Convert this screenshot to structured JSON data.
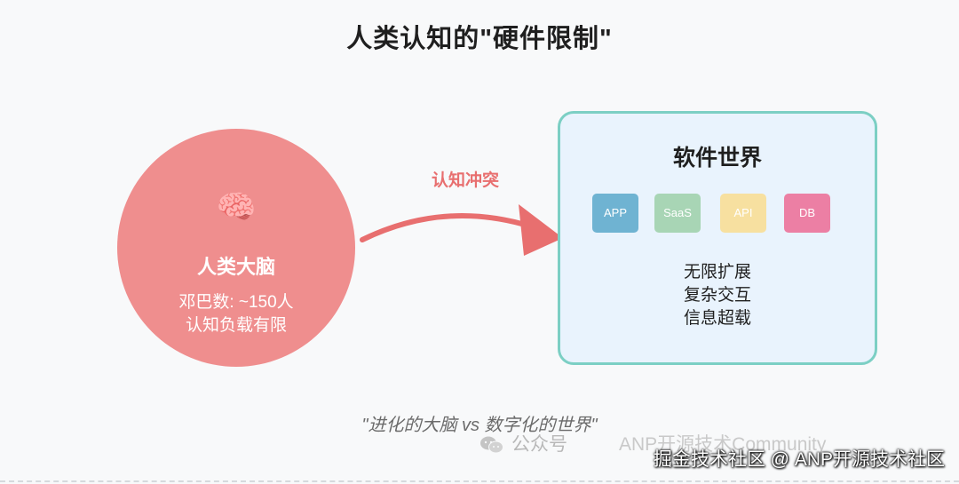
{
  "title": "人类认知的\"硬件限制\"",
  "brain": {
    "icon": "🧠",
    "icon_name": "brain-icon",
    "name": "人类大脑",
    "line1": "邓巴数: ~150人",
    "line2": "认知负载有限",
    "color": "#ef8e8e"
  },
  "arrow": {
    "label": "认知冲突",
    "color": "#e86f6f"
  },
  "software": {
    "title": "软件世界",
    "chips": [
      {
        "label": "APP",
        "color": "#6fb3d2"
      },
      {
        "label": "SaaS",
        "color": "#a8d5b5"
      },
      {
        "label": "API",
        "color": "#f7e0a0"
      },
      {
        "label": "DB",
        "color": "#ec7fa4"
      }
    ],
    "lines": [
      "无限扩展",
      "复杂交互",
      "信息超载"
    ],
    "border_color": "#7ccfc4",
    "fill_color": "#e9f3fd"
  },
  "quote": "\"进化的大脑 vs 数字化的世界\"",
  "watermarks": {
    "public_account": "公众号",
    "community": "ANP开源技术Community",
    "juejin": "掘金技术社区 @ ANP开源技术社区"
  }
}
